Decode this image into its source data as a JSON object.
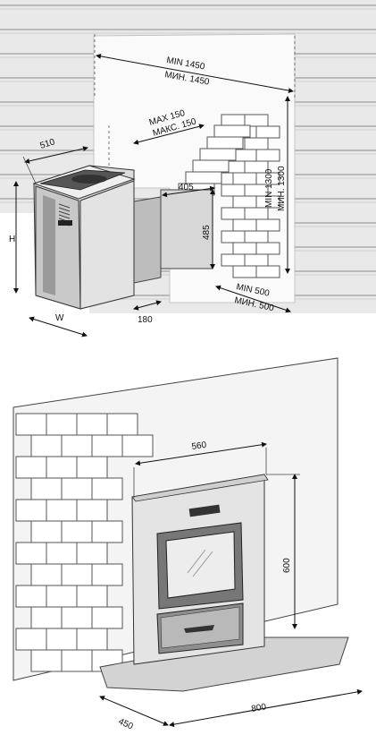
{
  "diagram_top": {
    "dim_width_top": "510",
    "dim_max_en": "MAX 150",
    "dim_max_ru": "МАКС. 150",
    "dim_min_width_en": "MIN 1450",
    "dim_min_width_ru": "МИН. 1450",
    "dim_min_height_en": "MIN 1300",
    "dim_min_height_ru": "МИН. 1300",
    "dim_offset": "405",
    "dim_height_opening": "485",
    "dim_min_side_en": "MIN 500",
    "dim_min_side_ru": "МИН. 500",
    "dim_depth": "180",
    "label_height": "H",
    "label_width": "W"
  },
  "diagram_bottom": {
    "dim_frame_width": "560",
    "dim_frame_height": "600",
    "dim_plate_depth": "450",
    "dim_plate_width": "800"
  }
}
